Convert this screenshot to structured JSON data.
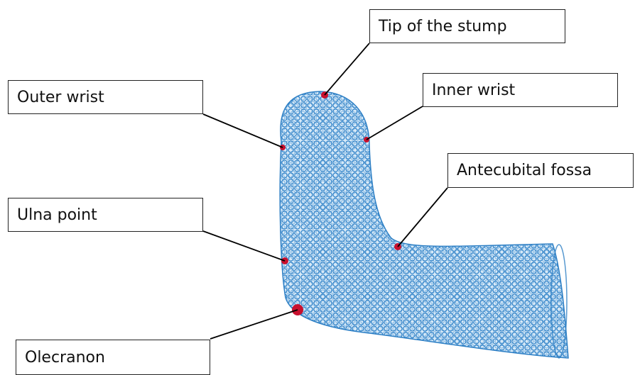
{
  "labels": {
    "tip_of_stump": "Tip of the stump",
    "outer_wrist": "Outer wrist",
    "inner_wrist": "Inner wrist",
    "antecubital_fossa": "Antecubital fossa",
    "ulna_point": "Ulna point",
    "olecranon": "Olecranon"
  },
  "colors": {
    "mesh": "#2e7fc4",
    "mesh_fill": "#d7e9f7",
    "landmark": "#c8102e",
    "leader_line": "#000000",
    "box_border": "#222222"
  }
}
